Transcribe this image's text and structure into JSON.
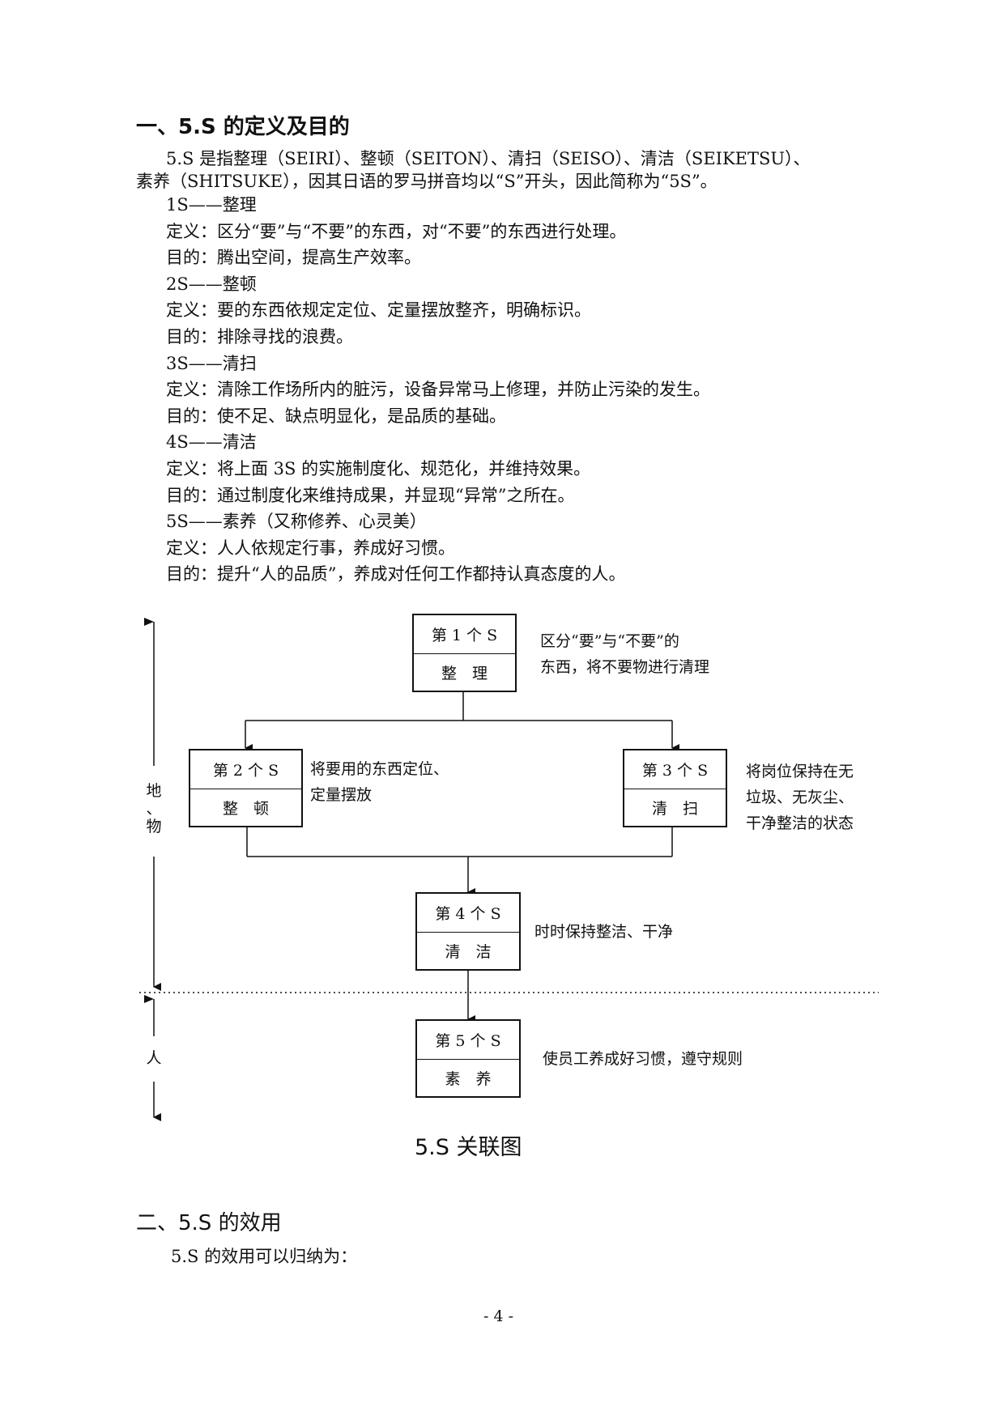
{
  "section1": {
    "heading": "一、5.S 的定义及目的",
    "intro_line1": "5.S 是指整理（SEIRI）、整顿（SEITON）、清扫（SEISO）、清洁（SEIKETSU）、",
    "intro_line2": "素养（SHITSUKE），因其日语的罗马拼音均以“S”开头，因此简称为“5S”。",
    "items": [
      "1S——整理",
      "定义：区分“要”与“不要”的东西，对“不要”的东西进行处理。",
      "目的：腾出空间，提高生产效率。",
      "2S——整顿",
      "定义：要的东西依规定定位、定量摆放整齐，明确标识。",
      "目的：排除寻找的浪费。",
      "3S——清扫",
      "定义：清除工作场所内的脏污，设备异常马上修理，并防止污染的发生。",
      "目的：使不足、缺点明显化，是品质的基础。",
      "4S——清洁",
      "定义：将上面 3S 的实施制度化、规范化，并维持效果。",
      "目的：通过制度化来维持成果，并显现“异常”之所在。",
      "5S——素养（又称修养、心灵美）",
      "定义：人人依规定行事，养成好习惯。",
      "目的：提升“人的品质”，养成对任何工作都持认真态度的人。"
    ]
  },
  "diagram": {
    "boxes": [
      {
        "top": "第 1 个 S",
        "bottom": "整　理"
      },
      {
        "top": "第 2 个 S",
        "bottom": "整　顿"
      },
      {
        "top": "第 3 个 S",
        "bottom": "清　扫"
      },
      {
        "top": "第 4 个 S",
        "bottom": "清　洁"
      },
      {
        "top": "第 5 个 S",
        "bottom": "素　养"
      }
    ],
    "notes": {
      "s1_line1": "区分“要”与“不要”的",
      "s1_line2": "东西，将不要物进行清理",
      "s2_line1": "将要用的东西定位、",
      "s2_line2": "定量摆放",
      "s3_line1": "将岗位保持在无",
      "s3_line2": "垃圾、无灰尘、",
      "s3_line3": "干净整洁的状态",
      "s4": "时时保持整洁、干净",
      "s5": "使员工养成好习惯，遵守规则"
    },
    "side_labels": {
      "things_1": "地",
      "things_2": "、",
      "things_3": "物",
      "people": "人"
    },
    "caption": "5.S 关联图"
  },
  "section2": {
    "heading": "二、5.S 的效用",
    "intro": "5.S 的效用可以归纳为："
  },
  "footer": {
    "page_number": "- 4 -"
  }
}
